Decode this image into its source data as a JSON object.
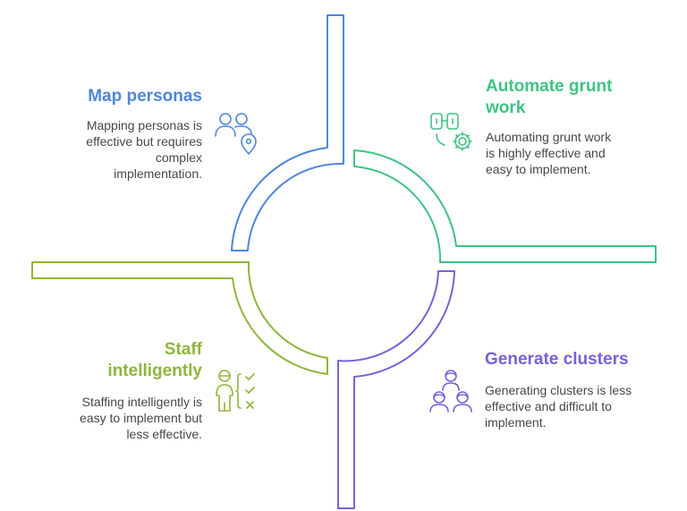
{
  "colors": {
    "blue": "#4f86db",
    "green": "#3ec383",
    "olive": "#8eb63a",
    "purple": "#7a60d8",
    "text": "#474747"
  },
  "quadrants": {
    "map_personas": {
      "title": "Map personas",
      "description": "Mapping personas is effective but requires complex implementation.",
      "icon": "people-location-icon"
    },
    "automate": {
      "title": "Automate grunt work",
      "description": "Automating grunt work is highly effective and easy to implement.",
      "icon": "robot-gear-icon"
    },
    "staff": {
      "title": "Staff intelligently",
      "description": "Staffing intelligently is easy to implement but less effective.",
      "icon": "person-checklist-icon"
    },
    "clusters": {
      "title": "Generate clusters",
      "description": "Generating clusters is less effective and difficult to implement.",
      "icon": "user-group-icon"
    }
  }
}
